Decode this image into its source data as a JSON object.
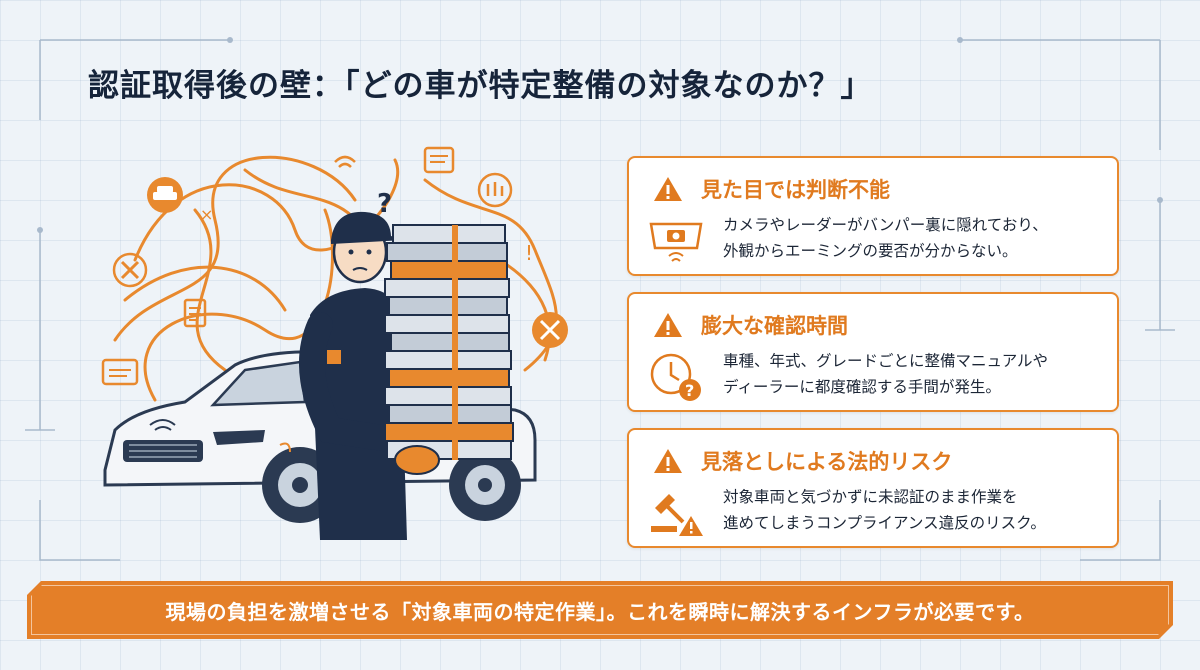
{
  "title": "認証取得後の壁：「どの車が特定整備の対象なのか？」",
  "cards": [
    {
      "title": "見た目では判断不能",
      "icon": "hidden-camera-icon",
      "lines": [
        "カメラやレーダーがバンパー裏に隠れており、",
        "外観からエーミングの要否が分からない。"
      ]
    },
    {
      "title": "膨大な確認時間",
      "icon": "clock-question-icon",
      "lines": [
        "車種、年式、グレードごとに整備マニュアルや",
        "ディーラーに都度確認する手間が発生。"
      ]
    },
    {
      "title": "見落としによる法的リスク",
      "icon": "gavel-warning-icon",
      "lines": [
        "対象車両と気づかずに未認証のまま作業を",
        "進めてしまうコンプライアンス違反のリスク。"
      ]
    }
  ],
  "banner": "現場の負担を激増させる「対象車両の特定作業」。これを瞬時に解決するインフラが必要です。",
  "colors": {
    "accent": "#e47f28",
    "navy": "#1f2f4a",
    "background": "#eef3f8"
  }
}
